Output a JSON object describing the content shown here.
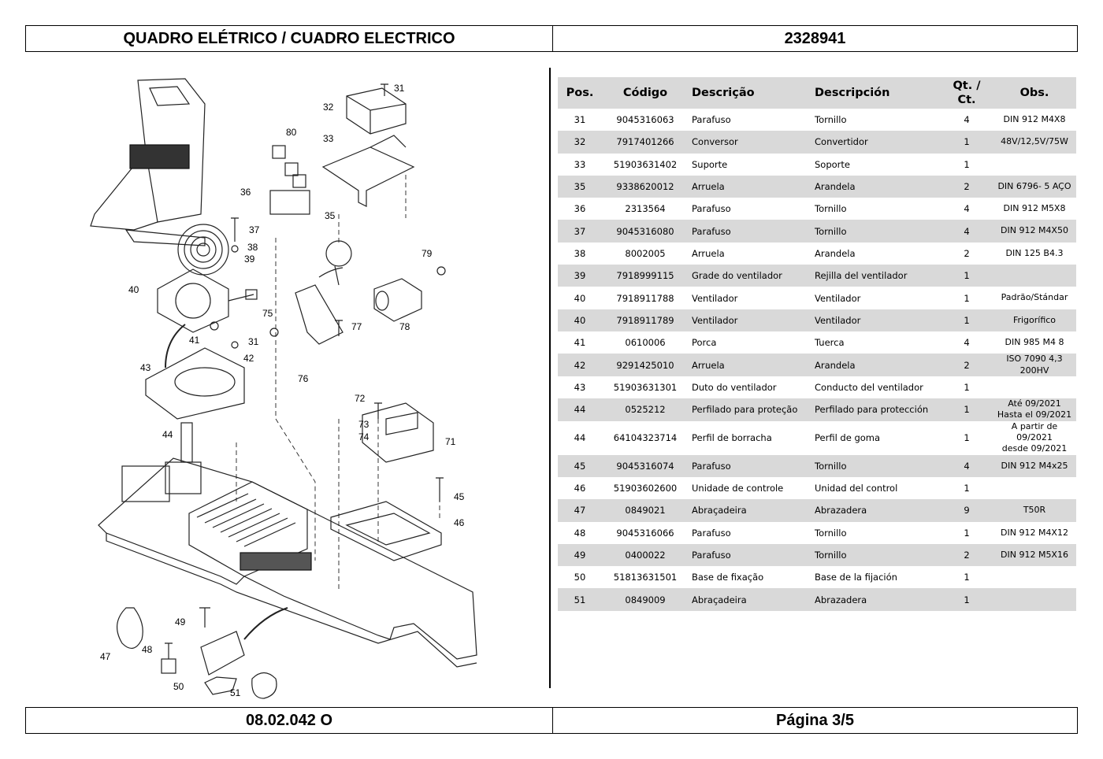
{
  "header": {
    "title": "QUADRO ELÉTRICO / CUADRO ELECTRICO",
    "number": "2328941"
  },
  "footer": {
    "code": "08.02.042 O",
    "page": "Página 3/5"
  },
  "table": {
    "columns": {
      "pos": "Pos.",
      "codigo": "Código",
      "descricao": "Descrição",
      "descripcion": "Descripción",
      "qt": "Qt. / Ct.",
      "obs": "Obs."
    },
    "rows": [
      {
        "pos": "31",
        "codigo": "9045316063",
        "descricao": "Parafuso",
        "descripcion": "Tornillo",
        "qt": "4",
        "obs": [
          "DIN 912 M4X8"
        ]
      },
      {
        "pos": "32",
        "codigo": "7917401266",
        "descricao": "Conversor",
        "descripcion": "Convertidor",
        "qt": "1",
        "obs": [
          "48V/12,5V/75W"
        ]
      },
      {
        "pos": "33",
        "codigo": "51903631402",
        "descricao": "Suporte",
        "descripcion": "Soporte",
        "qt": "1",
        "obs": []
      },
      {
        "pos": "35",
        "codigo": "9338620012",
        "descricao": "Arruela",
        "descripcion": "Arandela",
        "qt": "2",
        "obs": [
          "DIN 6796- 5 AÇO"
        ]
      },
      {
        "pos": "36",
        "codigo": "2313564",
        "descricao": "Parafuso",
        "descripcion": "Tornillo",
        "qt": "4",
        "obs": [
          "DIN 912 M5X8"
        ]
      },
      {
        "pos": "37",
        "codigo": "9045316080",
        "descricao": "Parafuso",
        "descripcion": "Tornillo",
        "qt": "4",
        "obs": [
          "DIN 912 M4X50"
        ]
      },
      {
        "pos": "38",
        "codigo": "8002005",
        "descricao": "Arruela",
        "descripcion": "Arandela",
        "qt": "2",
        "obs": [
          "DIN 125 B4.3"
        ]
      },
      {
        "pos": "39",
        "codigo": "7918999115",
        "descricao": "Grade do ventilador",
        "descripcion": "Rejilla del ventilador",
        "qt": "1",
        "obs": []
      },
      {
        "pos": "40",
        "codigo": "7918911788",
        "descricao": "Ventilador",
        "descripcion": "Ventilador",
        "qt": "1",
        "obs": [
          "Padrão/Stándar"
        ]
      },
      {
        "pos": "40",
        "codigo": "7918911789",
        "descricao": "Ventilador",
        "descripcion": "Ventilador",
        "qt": "1",
        "obs": [
          "Frigorífico"
        ]
      },
      {
        "pos": "41",
        "codigo": "0610006",
        "descricao": "Porca",
        "descripcion": "Tuerca",
        "qt": "4",
        "obs": [
          "DIN 985 M4 8"
        ]
      },
      {
        "pos": "42",
        "codigo": "9291425010",
        "descricao": "Arruela",
        "descripcion": "Arandela",
        "qt": "2",
        "obs": [
          "ISO 7090 4,3  200HV"
        ]
      },
      {
        "pos": "43",
        "codigo": "51903631301",
        "descricao": "Duto do ventilador",
        "descripcion": "Conducto del ventilador",
        "qt": "1",
        "obs": []
      },
      {
        "pos": "44",
        "codigo": "0525212",
        "descricao": "Perfilado para proteção",
        "descripcion": "Perfilado para protección",
        "qt": "1",
        "obs": [
          "Até 09/2021",
          "Hasta el 09/2021"
        ]
      },
      {
        "pos": "44",
        "codigo": "64104323714",
        "descricao": "Perfil de borracha",
        "descripcion": "Perfil de goma",
        "qt": "1",
        "obs": [
          "A partir de 09/2021",
          "desde 09/2021"
        ]
      },
      {
        "pos": "45",
        "codigo": "9045316074",
        "descricao": "Parafuso",
        "descripcion": "Tornillo",
        "qt": "4",
        "obs": [
          "DIN 912 M4x25"
        ]
      },
      {
        "pos": "46",
        "codigo": "51903602600",
        "descricao": "Unidade de controle",
        "descripcion": "Unidad del control",
        "qt": "1",
        "obs": []
      },
      {
        "pos": "47",
        "codigo": "0849021",
        "descricao": "Abraçadeira",
        "descripcion": "Abrazadera",
        "qt": "9",
        "obs": [
          "T50R"
        ]
      },
      {
        "pos": "48",
        "codigo": "9045316066",
        "descricao": "Parafuso",
        "descripcion": "Tornillo",
        "qt": "1",
        "obs": [
          "DIN 912 M4X12"
        ]
      },
      {
        "pos": "49",
        "codigo": "0400022",
        "descricao": "Parafuso",
        "descripcion": "Tornillo",
        "qt": "2",
        "obs": [
          "DIN 912 M5X16"
        ]
      },
      {
        "pos": "50",
        "codigo": "51813631501",
        "descricao": "Base de fixação",
        "descripcion": "Base de la fijación",
        "qt": "1",
        "obs": []
      },
      {
        "pos": "51",
        "codigo": "0849009",
        "descricao": "Abraçadeira",
        "descripcion": "Abrazadera",
        "qt": "1",
        "obs": []
      }
    ]
  },
  "drawing": {
    "callouts": [
      "31",
      "32",
      "33",
      "80",
      "36",
      "35",
      "37",
      "38",
      "39",
      "40",
      "79",
      "75",
      "77",
      "78",
      "41",
      "31",
      "42",
      "43",
      "76",
      "72",
      "73",
      "74",
      "71",
      "44",
      "45",
      "46",
      "49",
      "47",
      "48",
      "50",
      "51"
    ]
  },
  "colors": {
    "row_shade": "#d9d9d9",
    "border": "#000000"
  }
}
